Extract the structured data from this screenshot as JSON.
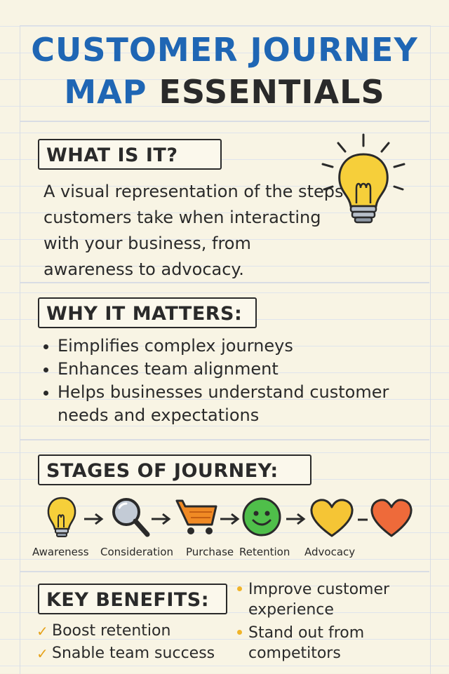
{
  "title": {
    "line1": "CUSTOMER JOURNEY",
    "line2_blue": "MAP",
    "line2_dark": " ESSENTIALS"
  },
  "what": {
    "heading": "WHAT IS IT?",
    "body": "A visual representation of the steps customers take when interacting with your business, from awareness to advocacy."
  },
  "why": {
    "heading": "WHY IT MATTERS:",
    "bullets": [
      "Eimplifies complex journeys",
      "Enhances team alignment",
      "Helps businesses understand customer needs and expectations"
    ]
  },
  "stages": {
    "heading": "STAGES OF JOURNEY:",
    "items": [
      {
        "label": "Awareness",
        "icon": "lightbulb-icon"
      },
      {
        "label": "Consideration",
        "icon": "magnifier-icon"
      },
      {
        "label": "Purchase",
        "icon": "cart-icon"
      },
      {
        "label": "Retention",
        "icon": "smiley-icon"
      },
      {
        "label": "Advocacy",
        "icon": "heart-icon"
      }
    ]
  },
  "benefits": {
    "heading": "KEY BENEFITS:",
    "left": [
      "Boost retention",
      "Snable team success"
    ],
    "right": [
      "Improve customer experience",
      "Stand out from competitors"
    ]
  },
  "colors": {
    "title_blue": "#1f66b4",
    "bulb_yellow": "#f6cf3a",
    "cart_orange": "#f08a24",
    "smiley_green": "#4fbf4a",
    "heart_yellow": "#f5c535",
    "heart_orange": "#ee6a3a",
    "check_amber": "#e6a21a"
  }
}
